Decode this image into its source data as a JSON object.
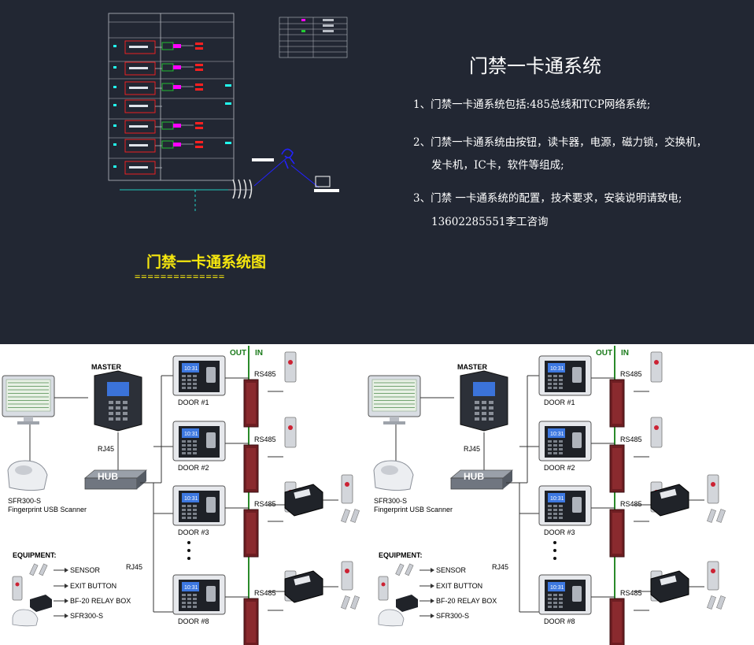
{
  "diagram_heading": "门禁一卡通系统图",
  "diagram_underline": "==============",
  "system_title": "门禁一卡通系统",
  "info_lines": [
    "1、门禁一卡通系统包括:485总线和TCP网络系统;",
    "2、门禁一卡通系统由按钮，读卡器，电源，磁力锁，交换机，",
    "发卡机，IC卡，软件等组成;",
    "3、门禁 一卡通系统的配置，技术要求，安装说明请致电;",
    "13602285551李工咨询"
  ],
  "schematic": {
    "colors": {
      "background": "#222733",
      "line": "#b8bcc4",
      "red": "#ff2020",
      "magenta": "#ff00ff",
      "green": "#22cc33",
      "cyan": "#22ffee",
      "blue": "#2222ff"
    }
  },
  "network_diagrams": [
    {
      "bus_out_label": "OUT",
      "bus_in_label": "IN",
      "master_label": "MASTER",
      "hub_label": "HUB",
      "rj45_labels": [
        "RJ45",
        "RJ45"
      ],
      "doors": [
        {
          "label": "DOOR #1",
          "bus_label": "RS485",
          "screen": "10:31"
        },
        {
          "label": "DOOR #2",
          "bus_label": "RS485",
          "screen": "10:31"
        },
        {
          "label": "DOOR #3",
          "bus_label": "RS485",
          "screen": "10:31"
        },
        {
          "label": "DOOR #8",
          "bus_label": "RS485",
          "screen": "10:31"
        }
      ],
      "scanner_label_1": "SFR300-S",
      "scanner_label_2": "Fingerprint USB Scanner",
      "equipment_title": "EQUIPMENT:",
      "equipment": [
        "SENSOR",
        "EXIT BUTTON",
        "BF-20 RELAY BOX",
        "SFR300-S"
      ]
    },
    {
      "bus_out_label": "OUT",
      "bus_in_label": "IN",
      "master_label": "MASTER",
      "hub_label": "HUB",
      "rj45_labels": [
        "RJ45",
        "RJ45"
      ],
      "doors": [
        {
          "label": "DOOR #1",
          "bus_label": "RS485",
          "screen": "10:31"
        },
        {
          "label": "DOOR #2",
          "bus_label": "RS485",
          "screen": "10:31"
        },
        {
          "label": "DOOR #3",
          "bus_label": "RS485",
          "screen": "10:31"
        },
        {
          "label": "DOOR #8",
          "bus_label": "RS485",
          "screen": "10:31"
        }
      ],
      "scanner_label_1": "SFR300-S",
      "scanner_label_2": "Fingerprint USB Scanner",
      "equipment_title": "EQUIPMENT:",
      "equipment": [
        "SENSOR",
        "EXIT BUTTON",
        "BF-20 RELAY BOX",
        "SFR300-S"
      ]
    }
  ]
}
